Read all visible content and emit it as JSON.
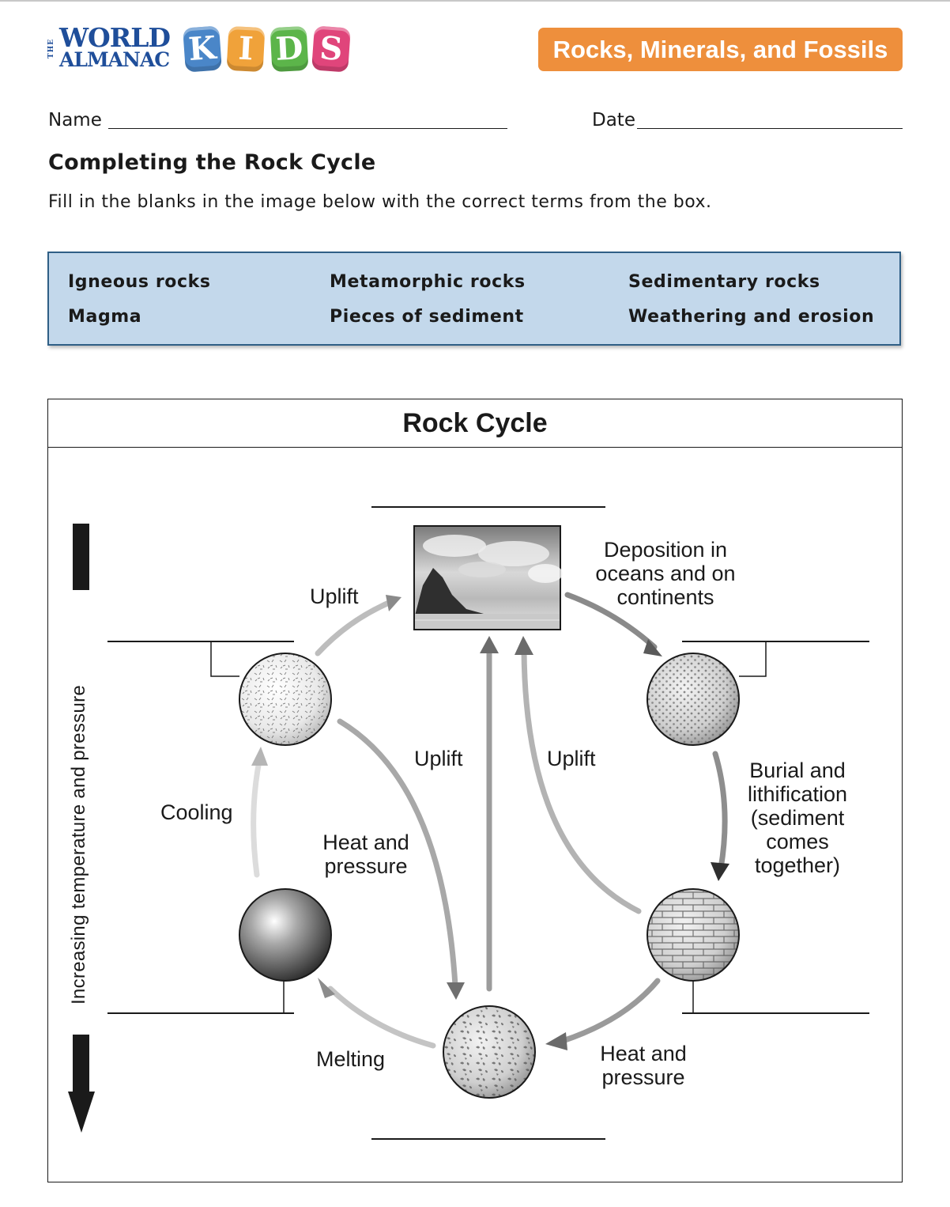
{
  "header": {
    "logo": {
      "the": "THE",
      "world": "WORLD",
      "almanac": "ALMANAC",
      "kids": [
        "K",
        "I",
        "D",
        "S"
      ]
    },
    "topic": "Rocks, Minerals, and Fossils",
    "colors": {
      "logo_blue": "#1f4e9a",
      "badge_orange": "#ee8f3c",
      "kids_letters": [
        "#4a86c8",
        "#f0a23a",
        "#5cb54a",
        "#e0457b"
      ]
    }
  },
  "form": {
    "name_label": "Name",
    "date_label": "Date"
  },
  "title": "Completing the Rock Cycle",
  "instructions": "Fill in the blanks in the image below with the correct terms from the box.",
  "word_box": {
    "background": "#c3d8eb",
    "terms": [
      "Igneous rocks",
      "Metamorphic rocks",
      "Sedimentary rocks",
      "Magma",
      "Pieces of sediment",
      "Weathering and erosion"
    ]
  },
  "diagram": {
    "title": "Rock Cycle",
    "axis_label": "Increasing temperature and pressure",
    "labels": {
      "uplift_left": "Uplift",
      "deposition": [
        "Deposition in",
        "oceans and on",
        "continents"
      ],
      "uplift_center": "Uplift",
      "uplift_right": "Uplift",
      "burial": [
        "Burial and",
        "lithification",
        "(sediment",
        "comes",
        "together)"
      ],
      "cooling": "Cooling",
      "heat_pressure_center": [
        "Heat and",
        "pressure"
      ],
      "melting": "Melting",
      "heat_pressure_bottom": [
        "Heat and",
        "pressure"
      ]
    }
  }
}
